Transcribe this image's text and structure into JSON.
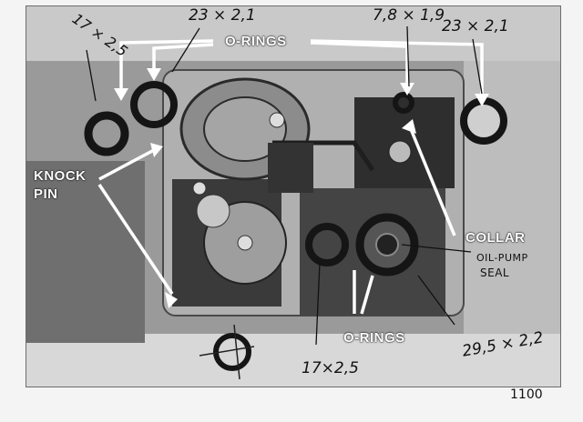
{
  "labels": {
    "o_rings_top": "O-RINGS",
    "o_rings_bottom": "O-RINGS",
    "knock": "KNOCK",
    "pin": "PIN",
    "collar": "COLLAR"
  },
  "handwritten": {
    "size_17x25_top": "17 × 2,5",
    "size_23x21_left": "23 × 2,1",
    "size_78x19": "7,8 × 1,9",
    "size_23x21_right": "23 × 2,1",
    "oil_pump": "OIL-PUMP",
    "seal": "SEAL",
    "size_295x22": "29,5 × 2,2",
    "size_17x25_bottom": "17×2,5",
    "page_number": "1100"
  },
  "colors": {
    "photo_bg": "#8a8a8a",
    "housing": "#b8b8b8",
    "dark_metal": "#2a2a2a",
    "arrow": "#ffffff",
    "ink": "#111111"
  }
}
